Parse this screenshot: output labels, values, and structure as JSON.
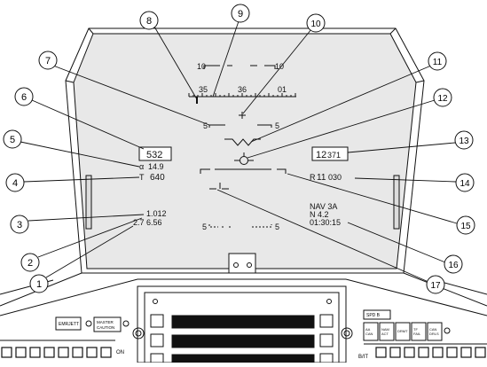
{
  "hud": {
    "pitch_upper_left": "10",
    "pitch_upper_right": "10",
    "heading_left": "35",
    "heading_center": "36",
    "heading_right": "01",
    "pitch_mid_left": "5",
    "pitch_mid_right": "5",
    "airspeed_box": "532",
    "alpha_symbol": "α",
    "alpha_value": "14.9",
    "thrust_symbol": "T",
    "thrust_value": "640",
    "mach": "1.012",
    "g_readout": "2.7 6.56",
    "altitude_box_main": "12",
    "altitude_box_sub": "371",
    "radar_alt_prefix": "R",
    "radar_alt_main": "11",
    "radar_alt_sub": "030",
    "nav_mode": "NAV 3A",
    "nav_dist": "N 4.2",
    "nav_time": "01:30:15",
    "pitch_low_left": "5",
    "pitch_low_right": "5"
  },
  "callouts": [
    "1",
    "2",
    "3",
    "4",
    "5",
    "6",
    "7",
    "8",
    "9",
    "10",
    "11",
    "12",
    "13",
    "14",
    "15",
    "16",
    "17"
  ],
  "panel": {
    "emrjett": "EMRJETT",
    "master_caution_1": "MASTER",
    "master_caution_2": "CAUTION",
    "spd_label": "SPD B",
    "bottom_left": "ON",
    "bottom_right": "B/IT",
    "right_buttons": [
      {
        "l1": "AA",
        "l2": "CAN"
      },
      {
        "l1": "NAM",
        "l2": "ACT"
      },
      {
        "l1": "DRMT",
        "l2": ""
      },
      {
        "l1": "TF",
        "l2": "FAIL"
      },
      {
        "l1": "CAN",
        "l2": "DRLS"
      }
    ]
  }
}
